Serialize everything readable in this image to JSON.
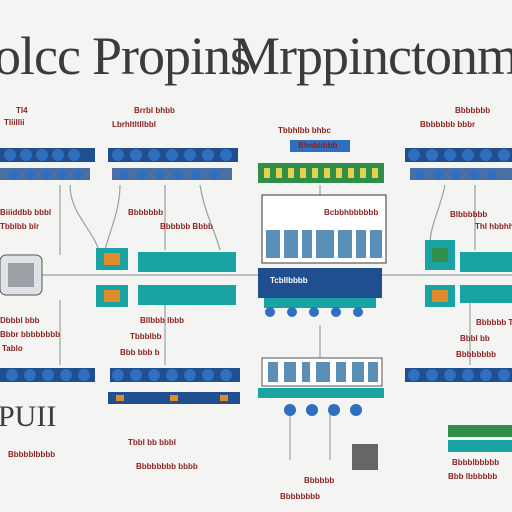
{
  "title": {
    "part1": "olcc",
    "part2": "Propins",
    "part3": "Mrppinctonmo"
  },
  "colors": {
    "navy": "#1f4f8f",
    "teal": "#1aa3a3",
    "green": "#2f8f4a",
    "orange": "#e08a2a",
    "line": "#9aa0a6",
    "label": "#8a1f1f"
  },
  "labels": {
    "l1": "TI4",
    "l2": "Tliillii",
    "l3": "Brrbl bhbb",
    "l4": "Lbrhltltllbbl",
    "l5": "Tbbhlbb bhbc",
    "l6": "Blmbbbbb",
    "l7": "Bbbbbbb",
    "l8": "Bbbbbbb bbbr",
    "l9": "Biiiddbb bbbl",
    "l10": "Tbblbb blr",
    "l11": "Bbbbbbb",
    "l12": "Bbbbbb Bbbb",
    "l13": "Bcbbhbbbbbb",
    "l14": "Blbbbbbb",
    "l15": "Thl hbbhh",
    "l16": "Dbbbl bbb",
    "l17": "Bbbr bbbbbbbb",
    "l18": "Tablo",
    "l19": "Bllbbb lbbb",
    "l20": "Tbbblbb",
    "l21": "Bbb bbb b",
    "l22": "Bbbbbb Tblbb",
    "l23": "Bbbl bb",
    "l24": "Bbbbbbbb",
    "l25": "Bbbbblbbbb",
    "l26": "Tbbl bb bbbl",
    "l27": "Bbbbbbbb bbbb",
    "l28": "Bbbbbb",
    "l29": "Bbbbbbbb",
    "l30": "Bbbblbbbbb",
    "l31": "Bbb lbbbbbb"
  },
  "bottom_left_text": "PUII",
  "center_chip_text": "Tcbllbbbb"
}
